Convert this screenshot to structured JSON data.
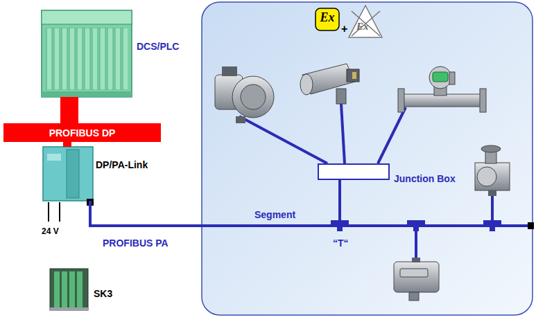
{
  "diagram": {
    "nodes": [
      {
        "text": [
          "DCS/PLC"
        ]
      },
      {
        "text": [
          "PROFIBUS DP"
        ]
      },
      {
        "text": [
          "DP/PA-Link"
        ]
      },
      {
        "text": [
          "Junction Box"
        ]
      },
      {
        "text": [
          "SK3"
        ]
      }
    ],
    "edges": [
      {
        "from": 0,
        "to": 1,
        "arrow": "none"
      },
      {
        "from": 1,
        "to": 2,
        "arrow": "none"
      },
      {
        "from": 2,
        "to": 3,
        "arrow": "none"
      }
    ],
    "labels": [
      "Ex",
      "+",
      "Ex",
      "Segment",
      "24 V",
      "PROFIBUS PA",
      "“T“"
    ]
  }
}
